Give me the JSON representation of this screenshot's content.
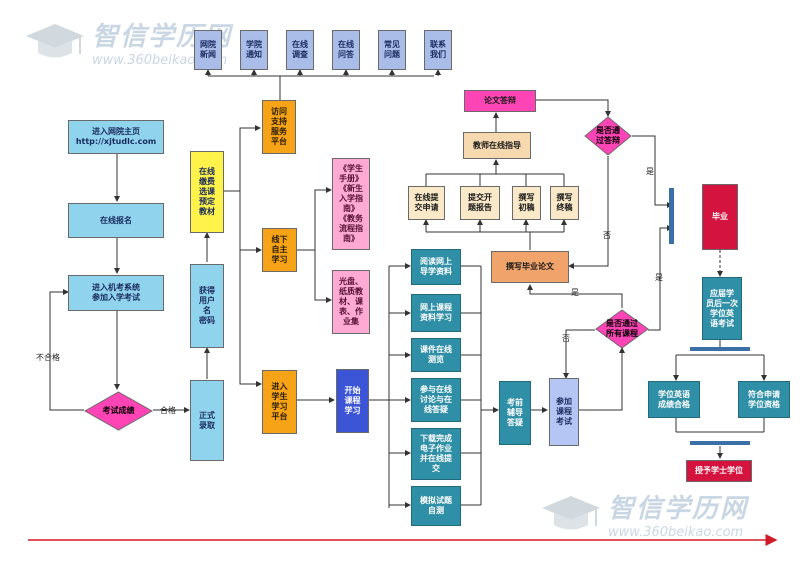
{
  "watermark": {
    "logo_text": "智信学历网",
    "url_text": "www.360beikao.com"
  },
  "nodes": {
    "homepage": "进入网院主页\nhttp://xjtudlc.com",
    "online_signup": "在线报名",
    "enter_exam": "进入机考系统\n参加入学考试",
    "formal_admission": "正式\n录取",
    "get_account": "获得\n用户\n名\n密码",
    "online_payment": "在线\n缴费\n选课\n预定\n教材",
    "visit_support": "访问\n支持\n服务\n平台",
    "offline_study": "线下\n自主\n学习",
    "enter_study_platform": "进入\n学生\n学习\n平台",
    "handbook": "《学生\n手册》\n《新生\n入学指\n南》\n《教务\n流程指\n南》",
    "cd_materials": "光盘、\n纸质教\n材、课\n表、作\n业集",
    "start_study": "开始\n课程\n学习",
    "support_news": "网院\n新闻",
    "support_notice": "学院\n通知",
    "support_survey": "在线\n调查",
    "support_qa": "在线\n问答",
    "support_faq": "常见\n问题",
    "support_contact": "联系\n我们",
    "read_guide": "阅读网上\n导学资料",
    "courseware": "网上课程\n资料学习",
    "online_test": "课件在线\n测览",
    "discussion": "参与在线\n讨论与在\n线答疑",
    "homework": "下载完成\n电子作业\n并在线提\n交",
    "mock_exam": "模拟试题\n自测",
    "pre_exam": "考前\n辅导\n答疑",
    "take_exam": "参加\n课程\n考试",
    "write_thesis": "撰写毕业论文",
    "apply_topic": "在线提\n交申请",
    "submit_report": "提交开\n题报告",
    "write_draft": "撰写\n初稿",
    "write_final": "撰写\n终稿",
    "teacher_guide": "教师在线指导",
    "thesis_defense": "论文答辩",
    "graduate": "毕业",
    "english_exam": "应届学\n员后一次\n学位英\n语考试",
    "english_pass": "学位英语\n成绩合格",
    "meet_requirements": "符合申请\n学位资格",
    "grant_degree": "授予学士学位"
  },
  "decisions": {
    "exam_result": "考试成绩",
    "pass_all": "是否通过\n所有课程",
    "pass_defense": "是否通\n过答辩"
  },
  "edge_labels": {
    "fail": "不合格",
    "pass": "合格",
    "yes_a": "是",
    "no_a": "否",
    "yes_b": "是",
    "no_b": "否",
    "yes_c": "是"
  },
  "colors": {
    "arrow": "#333333",
    "timeline": "#d01a2a",
    "crossbar": "#3a6fa8"
  }
}
